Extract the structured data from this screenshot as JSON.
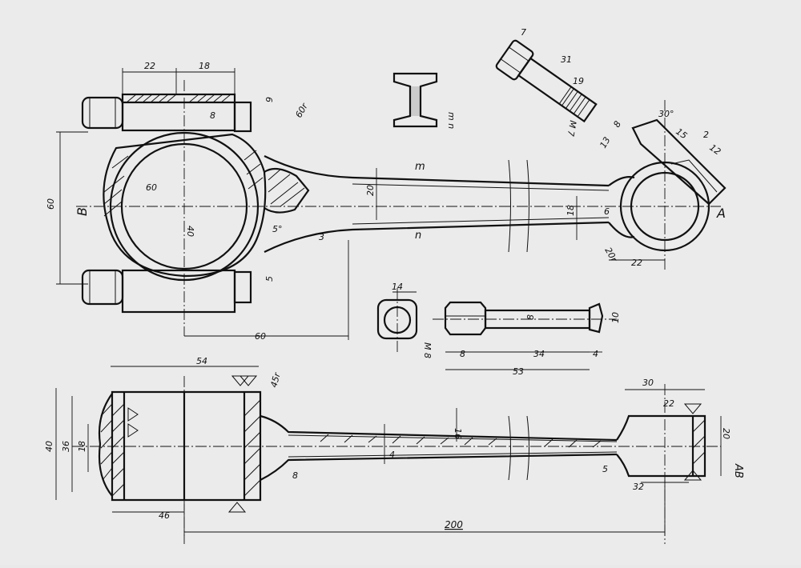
{
  "watermark_id": "#164949008",
  "labels": {
    "section_B": "B",
    "section_A": "A",
    "section_AB": "AB",
    "section_m": "m",
    "section_n": "n",
    "section_mn": "m n"
  },
  "dims": {
    "top_22": "22",
    "top_18": "18",
    "left_60": "60",
    "r60": "60",
    "r40": "40",
    "r60_fillet": "60r",
    "d9": "9",
    "d8_top": "8",
    "d5": "5",
    "deg5": "5°",
    "d3": "3",
    "d20_web": "20",
    "h60": "60",
    "bolt_7": "7",
    "bolt_31": "31",
    "bolt_19": "19",
    "bolt_m7": "M 7",
    "deg30": "30°",
    "d15": "15",
    "d2": "2",
    "d12": "12",
    "d8_right": "8",
    "d13": "13",
    "d18_right": "18",
    "d6": "6",
    "r20": "20r",
    "d22_right": "22",
    "bush_14": "14",
    "pin_m8": "M 8",
    "pin_8a": "8",
    "pin_8b": "8",
    "pin_34": "34",
    "pin_4": "4",
    "pin_10": "10",
    "pin_53": "53",
    "d54": "54",
    "r45": "45r",
    "d40": "40",
    "d36": "36",
    "d18_left": "18",
    "d16": "16",
    "d4": "4",
    "d8_low": "8",
    "d5_low": "5",
    "d30": "30",
    "d22_low": "22",
    "d20_low": "20",
    "d32": "32",
    "d46": "46",
    "d200": "200"
  }
}
